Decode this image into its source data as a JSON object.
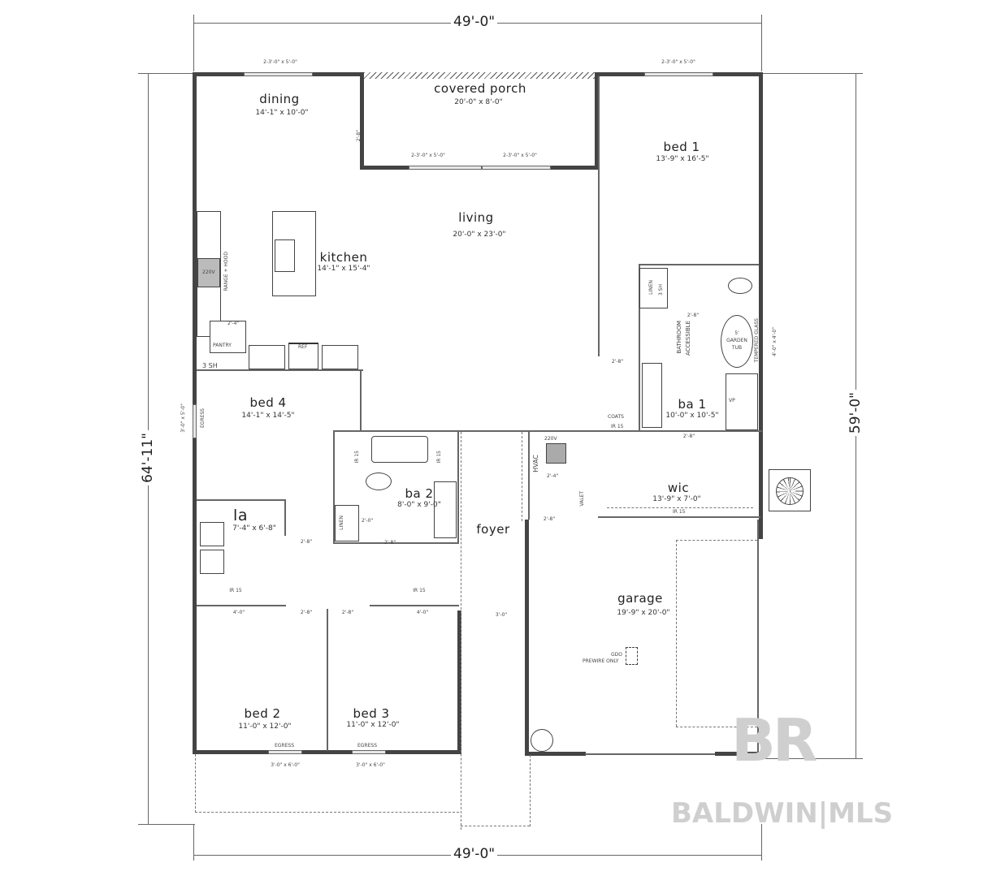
{
  "plan": {
    "overall_dims": {
      "top_width": "49'-0\"",
      "bottom_width": "49'-0\"",
      "left_depth": "64'-11\"",
      "right_depth": "59'-0\""
    },
    "rooms": [
      {
        "id": "dining",
        "name": "dining",
        "dims": "14'-1\" x 10'-0\""
      },
      {
        "id": "covered-porch",
        "name": "covered porch",
        "dims": "20'-0\" x 8'-0\""
      },
      {
        "id": "bed1",
        "name": "bed 1",
        "dims": "13'-9\" x 16'-5\""
      },
      {
        "id": "living",
        "name": "living",
        "dims": "20'-0\" x 23'-0\""
      },
      {
        "id": "kitchen",
        "name": "kitchen",
        "dims": "14'-1\" x 15'-4\""
      },
      {
        "id": "bed4",
        "name": "bed 4",
        "dims": "14'-1\" x 14'-5\""
      },
      {
        "id": "ba1",
        "name": "ba 1",
        "dims": "10'-0\" x 10'-5\""
      },
      {
        "id": "ba2",
        "name": "ba 2",
        "dims": "8'-0\" x 9'-0\""
      },
      {
        "id": "wic",
        "name": "wic",
        "dims": "13'-9\" x 7'-0\""
      },
      {
        "id": "la",
        "name": "la",
        "dims": "7'-4\" x 6'-8\""
      },
      {
        "id": "foyer",
        "name": "foyer",
        "dims": ""
      },
      {
        "id": "garage",
        "name": "garage",
        "dims": "19'-9\" x 20'-0\""
      },
      {
        "id": "bed2",
        "name": "bed 2",
        "dims": "11'-0\" x 12'-0\""
      },
      {
        "id": "bed3",
        "name": "bed 3",
        "dims": "11'-0\" x 12'-0\""
      }
    ],
    "windows": {
      "dining_top": "2-3'-0\" x 5'-0\"",
      "bed1_top": "2-3'-0\" x 5'-0\"",
      "living_left": "2-3'-0\" x 5'-0\"",
      "living_right": "2-3'-0\" x 5'-0\"",
      "bed4_side": "3'-0\" x 5'-0\"",
      "bed2_bottom": "3'-0\" x 6'-0\"",
      "bed3_bottom": "3'-0\" x 6'-0\"",
      "ba1_side": "4'-0\" x 4'-0\""
    },
    "labels": {
      "door_2_8": "2'-8\"",
      "door_2_4": "2'-4\"",
      "door_2_0": "2'-0\"",
      "door_4_0": "4'-0\"",
      "door_3_0": "3'-0\"",
      "range_hood": "RANGE + HOOD",
      "v220": "220V",
      "pantry": "PANTRY",
      "ref": "REF",
      "three_sh": "3 SH",
      "linen": "LINEN",
      "bathroom_accessible_1": "BATHROOM",
      "bathroom_accessible_2": "ACCESSIBLE",
      "garden_tub_1": "5'",
      "garden_tub_2": "GARDEN",
      "garden_tub_3": "TUB",
      "tempered_glass": "TEMPERED GLASS",
      "vp": "VP",
      "coats": "COATS",
      "ir15": "IR 15",
      "hvac": "HVAC",
      "valet": "VALET",
      "egress": "EGRESS",
      "gdo_1": "GDO",
      "gdo_2": "PREWIRE ONLY"
    },
    "watermark": {
      "logo": "BR",
      "text": "BALDWIN|MLS"
    }
  }
}
